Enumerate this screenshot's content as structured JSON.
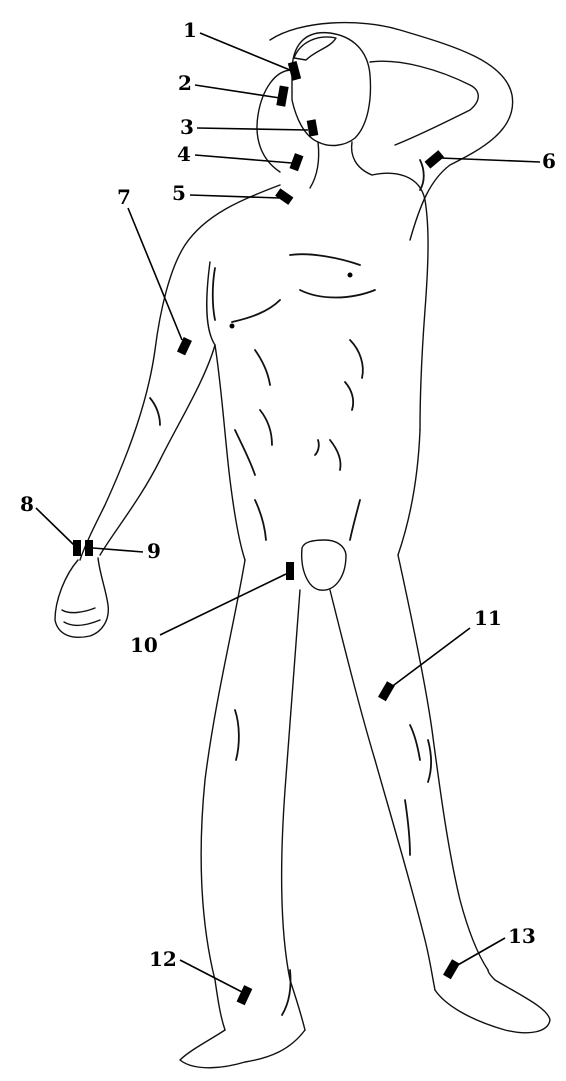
{
  "figure": {
    "labels": [
      {
        "id": "1",
        "text": "1"
      },
      {
        "id": "2",
        "text": "2"
      },
      {
        "id": "3",
        "text": "3"
      },
      {
        "id": "4",
        "text": "4"
      },
      {
        "id": "5",
        "text": "5"
      },
      {
        "id": "6",
        "text": "6"
      },
      {
        "id": "7",
        "text": "7"
      },
      {
        "id": "8",
        "text": "8"
      },
      {
        "id": "9",
        "text": "9"
      },
      {
        "id": "10",
        "text": "10"
      },
      {
        "id": "11",
        "text": "11"
      },
      {
        "id": "12",
        "text": "12"
      },
      {
        "id": "13",
        "text": "13"
      }
    ]
  }
}
